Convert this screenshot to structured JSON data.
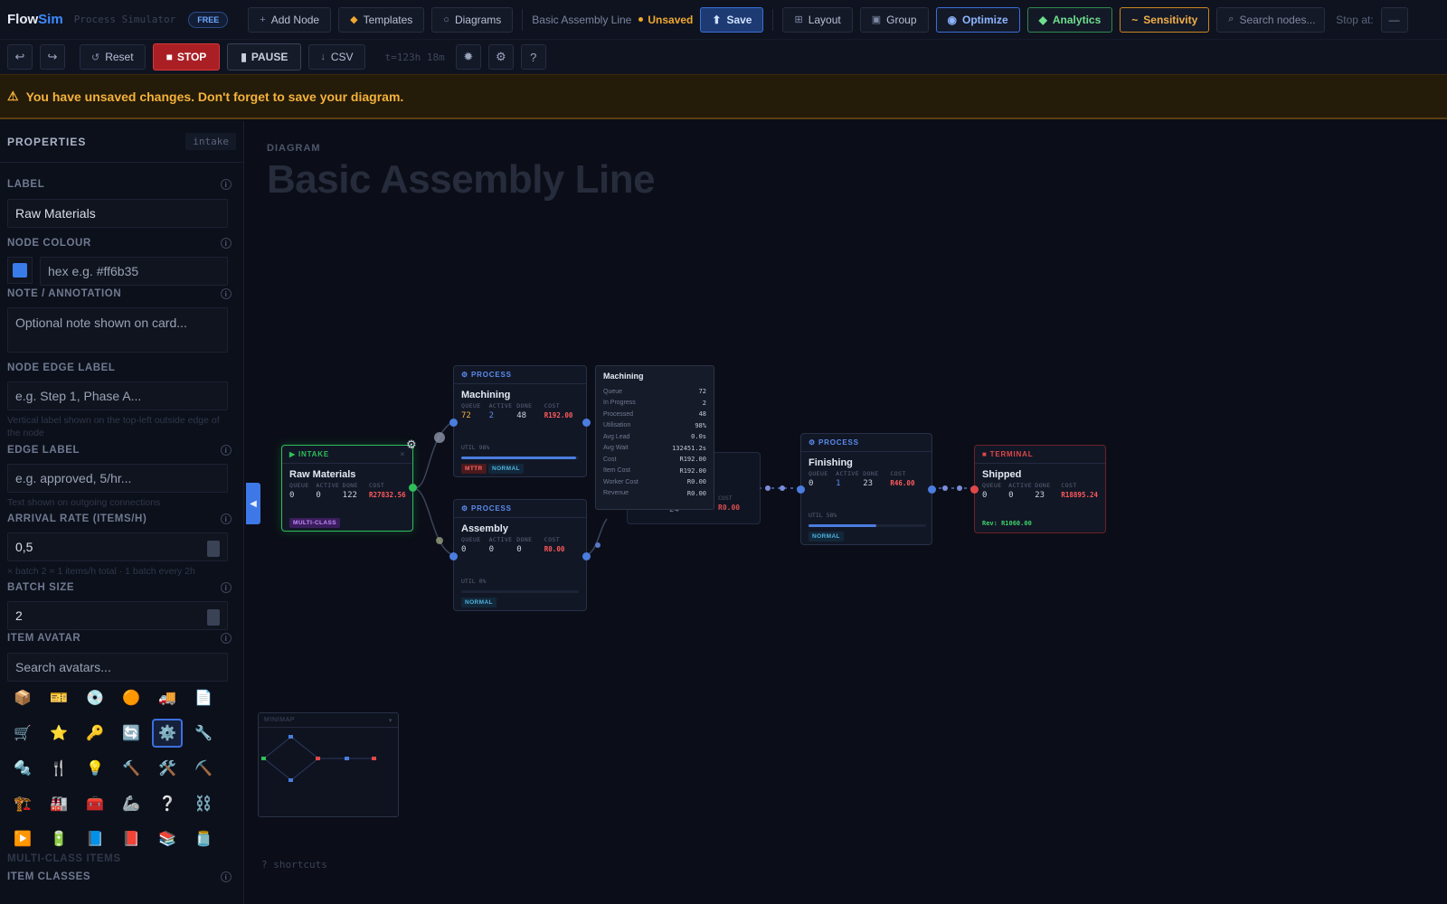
{
  "app": {
    "name_part1": "Flow",
    "name_part2": "Sim",
    "subtitle": "Process Simulator",
    "plan_badge": "FREE"
  },
  "topbar": {
    "add_node": "Add Node",
    "templates": "Templates",
    "diagrams": "Diagrams",
    "document_name": "Basic Assembly Line",
    "unsaved_label": "Unsaved",
    "save": "Save",
    "layout": "Layout",
    "group": "Group",
    "optimize": "Optimize",
    "analytics": "Analytics",
    "sensitivity": "Sensitivity",
    "search_placeholder": "Search nodes...",
    "stop_at_label": "Stop at:",
    "stop_at_value": "—"
  },
  "toolbar2": {
    "undo_icon": "undo-icon",
    "redo_icon": "redo-icon",
    "reset": "Reset",
    "stop": "STOP",
    "pause": "PAUSE",
    "csv": "CSV",
    "sim_time": "t=123h 18m"
  },
  "banner": {
    "text": "You have unsaved changes. Don't forget to save your diagram."
  },
  "sidebar": {
    "title": "PROPERTIES",
    "node_type_pill": "intake",
    "label_title": "LABEL",
    "label_value": "Raw Materials",
    "colour_title": "NODE COLOUR",
    "colour_swatch": "#3a7bea",
    "colour_placeholder": "hex e.g. #ff6b35",
    "note_title": "NOTE / ANNOTATION",
    "note_placeholder": "Optional note shown on card...",
    "edge_label_node_title": "NODE EDGE LABEL",
    "edge_label_node_placeholder": "e.g. Step 1, Phase A...",
    "edge_label_node_hint": "Vertical label shown on the top-left outside edge of the node",
    "edge_label_title": "EDGE LABEL",
    "edge_label_placeholder": "e.g. approved, 5/hr...",
    "edge_label_hint": "Text shown on outgoing connections",
    "arrival_title": "ARRIVAL RATE (ITEMS/H)",
    "arrival_value": "0,5",
    "arrival_hint": "× batch 2 = 1 items/h total · 1 batch every 2h",
    "batch_title": "BATCH SIZE",
    "batch_value": "2",
    "avatar_title": "ITEM AVATAR",
    "avatar_search_placeholder": "Search avatars...",
    "avatars": [
      "📦",
      "🎫",
      "💿",
      "🟠",
      "🚚",
      "📄",
      "🛒",
      "⭐",
      "🔑",
      "🔄",
      "⚙️",
      "🔧",
      "🔩",
      "🍴",
      "💡",
      "🔨",
      "🛠️",
      "⛏️",
      "🏗️",
      "🏭",
      "🧰",
      "🦾",
      "❔",
      "⛓️",
      "▶️",
      "🔋",
      "📘",
      "📕",
      "📚",
      "🫙"
    ],
    "multi_class_title": "MULTI-CLASS ITEMS",
    "item_classes_title": "ITEM CLASSES"
  },
  "canvas": {
    "diagram_label": "DIAGRAM",
    "diagram_title": "Basic Assembly Line",
    "nodes": {
      "intake": {
        "type": "INTAKE",
        "name": "Raw Materials",
        "cols": [
          "QUEUE",
          "ACTIVE",
          "DONE",
          "COST"
        ],
        "queue": "0",
        "active": "0",
        "done": "122",
        "cost": "R27832.56",
        "tag": "MULTI-CLASS"
      },
      "machining": {
        "type": "PROCESS",
        "name": "Machining",
        "cols": [
          "QUEUE",
          "ACTIVE",
          "DONE",
          "COST"
        ],
        "queue": "72",
        "active": "2",
        "done": "48",
        "cost": "R192.00",
        "util": "UTIL 98%",
        "tag1": "MTTR",
        "tag2": "NORMAL",
        "util_fraction": 0.98
      },
      "assembly": {
        "type": "PROCESS",
        "name": "Assembly",
        "cols": [
          "QUEUE",
          "ACTIVE",
          "DONE",
          "COST"
        ],
        "queue": "0",
        "active": "0",
        "done": "0",
        "cost": "R0.00",
        "util": "UTIL 0%",
        "tag": "NORMAL",
        "util_fraction": 0.0
      },
      "hidden": {
        "cost_label": "COST",
        "done": "24",
        "cost": "R0.00"
      },
      "finishing": {
        "type": "PROCESS",
        "name": "Finishing",
        "cols": [
          "QUEUE",
          "ACTIVE",
          "DONE",
          "COST"
        ],
        "queue": "0",
        "active": "1",
        "done": "23",
        "cost": "R46.00",
        "util": "UTIL 58%",
        "tag": "NORMAL",
        "util_fraction": 0.58
      },
      "shipped": {
        "type": "TERMINAL",
        "name": "Shipped",
        "cols": [
          "QUEUE",
          "ACTIVE",
          "DONE",
          "COST"
        ],
        "queue": "0",
        "active": "0",
        "done": "23",
        "cost": "R18895.24",
        "revenue": "Rev: R1060.00"
      }
    },
    "tooltip": {
      "title": "Machining",
      "rows": [
        {
          "k": "Queue",
          "v": "72"
        },
        {
          "k": "In Progress",
          "v": "2"
        },
        {
          "k": "Processed",
          "v": "48"
        },
        {
          "k": "Utilisation",
          "v": "98%"
        },
        {
          "k": "Avg Lead",
          "v": "0.0s"
        },
        {
          "k": "Avg Wait",
          "v": "132451.2s"
        },
        {
          "k": "Cost",
          "v": "R192.00"
        },
        {
          "k": "Item Cost",
          "v": "R192.00"
        },
        {
          "k": "Worker Cost",
          "v": "R0.00"
        },
        {
          "k": "Revenue",
          "v": "R0.00"
        }
      ]
    },
    "minimap_label": "MINIMAP",
    "shortcuts": "? shortcuts"
  },
  "colors": {
    "accent": "#3d8bff",
    "intake": "#2fbf5a",
    "process": "#4a7dde",
    "terminal": "#e04848",
    "warning": "#f4b23b",
    "cost": "#ff5a5a"
  }
}
